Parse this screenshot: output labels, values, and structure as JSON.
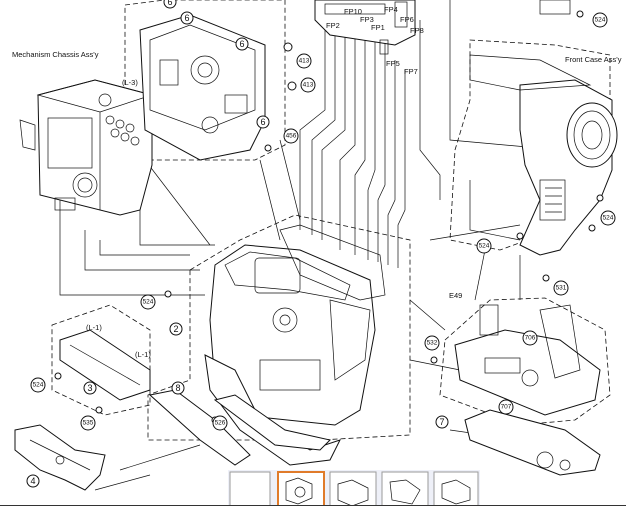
{
  "labels": {
    "mechanism_chassis": "Mechanism Chassis Ass'y",
    "front_case": "Front Case Ass'y",
    "l3": "(L-3)",
    "l1a": "(L-1)",
    "l1b": "(L-1)",
    "e49": "E49"
  },
  "flex_labels": [
    "FP10",
    "FP2",
    "FP3",
    "FP1",
    "FP4",
    "FP6",
    "FP8",
    "FP5",
    "FP7"
  ],
  "callouts": {
    "c6a": "6",
    "c6b": "6",
    "c6c": "6",
    "c6d": "6",
    "c2": "2",
    "c3": "3",
    "c4": "4",
    "c7": "7",
    "c8": "8",
    "n413a": "413",
    "n413b": "413",
    "n456": "456",
    "n524a": "524",
    "n524b": "524",
    "n524c": "524",
    "n524d": "524",
    "n524e": "524",
    "n531": "531",
    "n532": "532",
    "n535": "535",
    "n526": "526",
    "n706": "706",
    "n707": "707"
  },
  "thumbnails": [
    "page-1",
    "page-2",
    "page-3",
    "page-4",
    "page-5"
  ]
}
